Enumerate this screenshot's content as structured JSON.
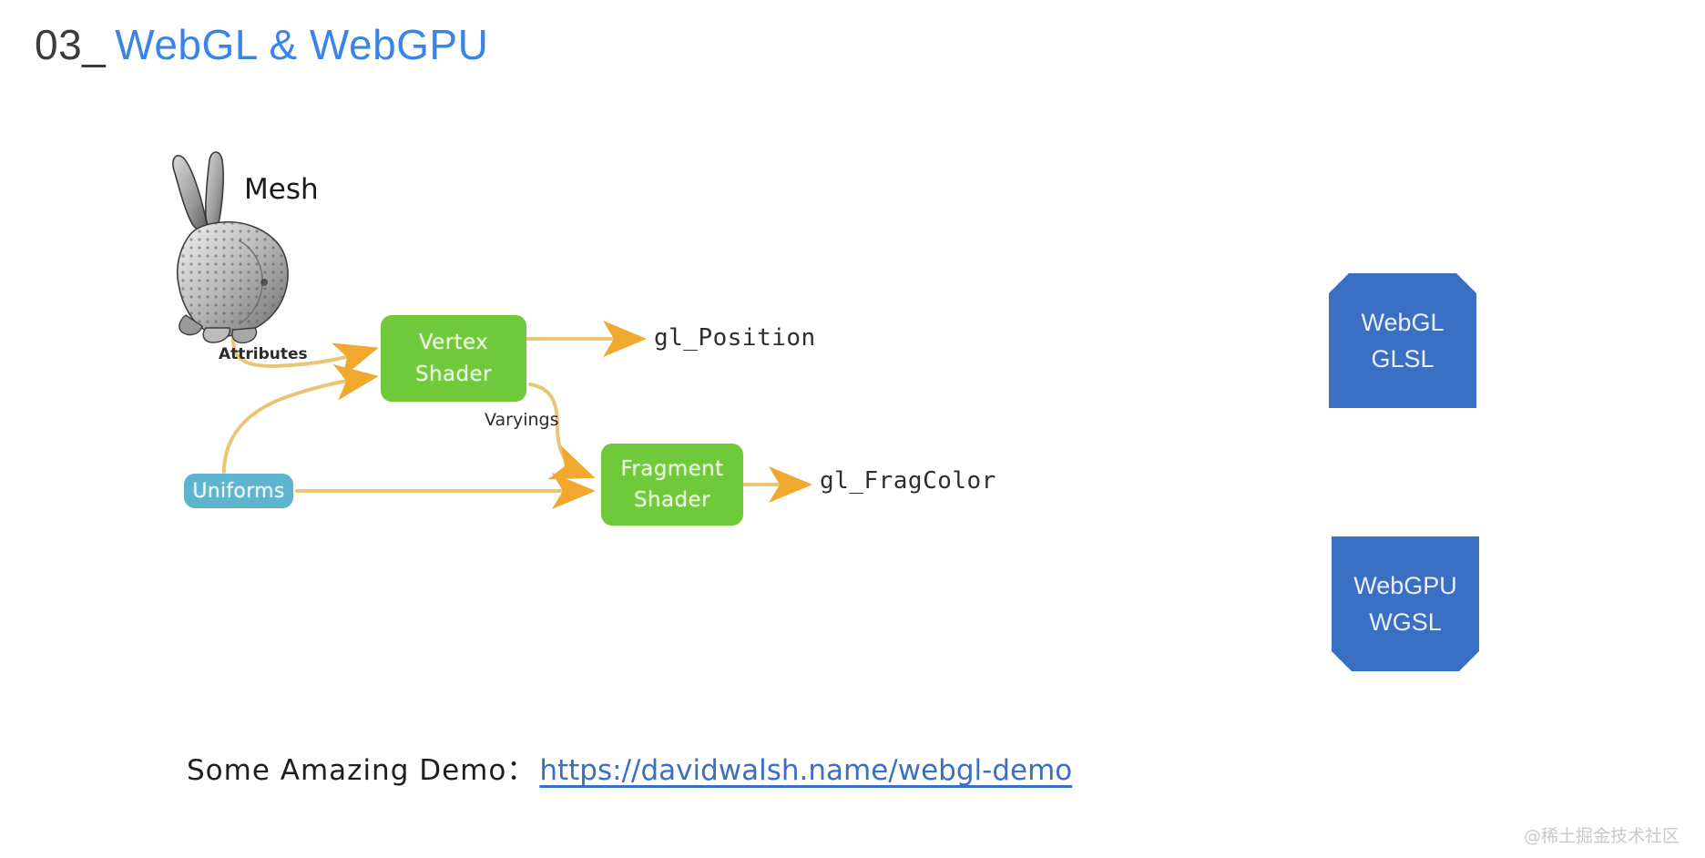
{
  "slide": {
    "number": "03_",
    "subject": "WebGL & WebGPU"
  },
  "diagram": {
    "mesh_label": "Mesh",
    "mesh_icon": "stanford-bunny-mesh",
    "nodes": [
      {
        "id": "vertex",
        "label_line1": "Vertex",
        "label_line2": "Shader",
        "color": "#6FC93A"
      },
      {
        "id": "fragment",
        "label_line1": "Fragment",
        "label_line2": "Shader",
        "color": "#6FC93A"
      },
      {
        "id": "uniforms",
        "label": "Uniforms",
        "color": "#5EB3CE"
      }
    ],
    "edge_labels": {
      "attributes": "Attributes",
      "varyings": "Varyings"
    },
    "outputs": {
      "gl_position": "gl_Position",
      "gl_fragcolor": "gl_FragColor"
    },
    "arrow_color": "#E8B84B",
    "arrow_head_color": "#F0A92E"
  },
  "api_shapes": [
    {
      "id": "webgl",
      "line1": "WebGL",
      "line2": "GLSL",
      "color": "#3A6FC4"
    },
    {
      "id": "webgpu",
      "line1": "WebGPU",
      "line2": "WGSL",
      "color": "#3A6FC4"
    }
  ],
  "demo": {
    "prefix": "Some  Amazing  Demo：",
    "url": "https://davidwalsh.name/webgl-demo",
    "link_color": "#3a6fc4"
  },
  "watermark": "@稀土掘金技术社区"
}
